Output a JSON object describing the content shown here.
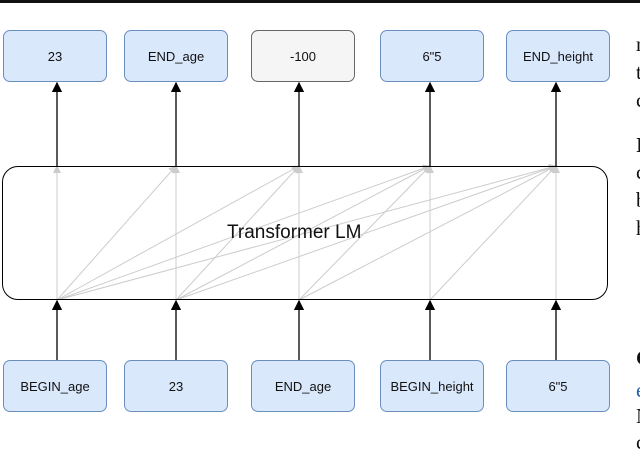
{
  "diagram": {
    "model_label": "Transformer LM",
    "outputs": [
      {
        "label": "23",
        "style": "blue"
      },
      {
        "label": "END_age",
        "style": "blue"
      },
      {
        "label": "-100",
        "style": "gray"
      },
      {
        "label": "6\"5",
        "style": "blue"
      },
      {
        "label": "END_height",
        "style": "blue"
      }
    ],
    "inputs": [
      {
        "label": "BEGIN_age"
      },
      {
        "label": "23"
      },
      {
        "label": "END_age"
      },
      {
        "label": "BEGIN_height"
      },
      {
        "label": "6\"5"
      }
    ],
    "colors": {
      "box_fill": "#dae8fc",
      "box_border": "#6c8ebf",
      "masked_fill": "#f5f5f5",
      "attention_lines": "#cccccc",
      "arrows": "#000000"
    }
  },
  "side_text": {
    "lines": [
      "r",
      "t",
      "c",
      "I",
      "c",
      "b",
      "h",
      "C",
      "e",
      "N",
      "c"
    ]
  }
}
